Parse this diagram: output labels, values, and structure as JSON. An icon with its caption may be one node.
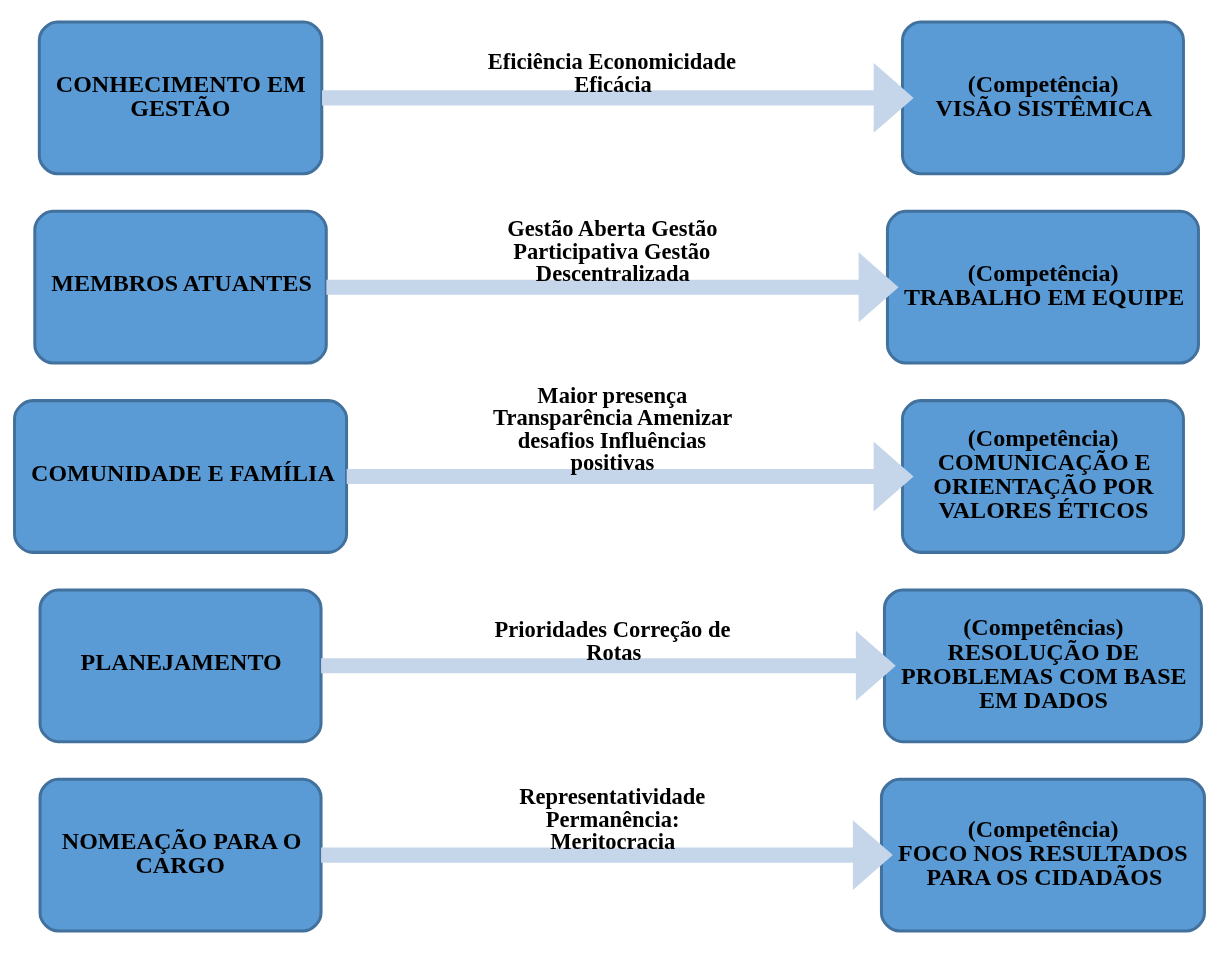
{
  "diagram": {
    "nodes": [
      {
        "text": [
          "CONHECIMENTO EM GESTÃO"
        ]
      },
      {
        "text": [
          "(Competência)",
          "VISÃO SISTÊMICA"
        ]
      },
      {
        "text": [
          "MEMBROS ATUANTES"
        ]
      },
      {
        "text": [
          "(Competência)",
          "TRABALHO EM EQUIPE"
        ]
      },
      {
        "text": [
          "COMUNIDADE E FAMÍLIA"
        ]
      },
      {
        "text": [
          "(Competência)",
          "COMUNICAÇÃO E ORIENTAÇÃO POR VALORES ÉTICOS"
        ]
      },
      {
        "text": [
          "PLANEJAMENTO"
        ]
      },
      {
        "text": [
          "(Competências)",
          "RESOLUÇÃO DE PROBLEMAS COM BASE EM DADOS"
        ]
      },
      {
        "text": [
          "NOMEAÇÃO PARA O CARGO"
        ]
      },
      {
        "text": [
          "(Competência)",
          "FOCO NOS RESULTADOS PARA OS CIDADÃOS"
        ]
      }
    ],
    "edges": [
      {
        "from": 0,
        "to": 1,
        "arrow": "to",
        "label": "Eficiência Economicidade Eficácia"
      },
      {
        "from": 2,
        "to": 3,
        "arrow": "to",
        "label": "Gestão Aberta Gestão Participativa Gestão Descentralizada"
      },
      {
        "from": 4,
        "to": 5,
        "arrow": "to",
        "label": "Maior presença Transparência Amenizar desafios Influências positivas"
      },
      {
        "from": 6,
        "to": 7,
        "arrow": "to",
        "label": "Prioridades Correção de Rotas"
      },
      {
        "from": 8,
        "to": 9,
        "arrow": "to",
        "label": "Representatividade Permanência: Meritocracia"
      }
    ]
  }
}
